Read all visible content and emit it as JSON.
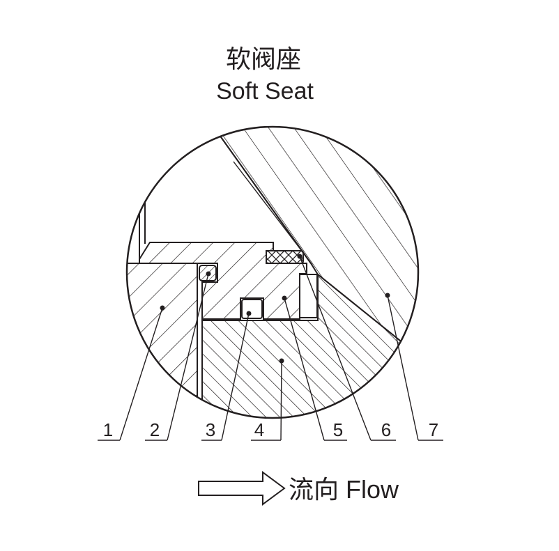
{
  "title": {
    "cn": "软阀座",
    "en": "Soft Seat"
  },
  "parts": [
    {
      "label": "1"
    },
    {
      "label": "2"
    },
    {
      "label": "3"
    },
    {
      "label": "4"
    },
    {
      "label": "5"
    },
    {
      "label": "6"
    },
    {
      "label": "7"
    }
  ],
  "flow": {
    "text": "流向 Flow"
  },
  "colors": {
    "line": "#231f20",
    "background": "#ffffff"
  }
}
